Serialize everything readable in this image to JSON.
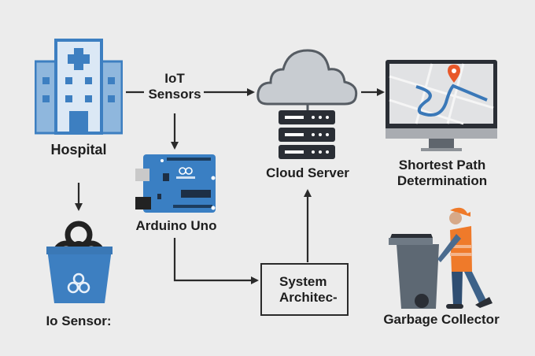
{
  "diagram": {
    "nodes": {
      "hospital": {
        "label": "Hospital"
      },
      "iot_sensors": {
        "line1": "IoT",
        "line2": "Sensors"
      },
      "arduino": {
        "label": "Arduino Uno"
      },
      "bin": {
        "label": "Io Sensor:"
      },
      "cloud": {
        "label": "Cloud Server"
      },
      "system": {
        "line1": "System",
        "line2": "Architec-"
      },
      "monitor": {
        "line1": "Shortest Path",
        "line2": "Determination"
      },
      "collector": {
        "label": "Garbage Collector"
      }
    },
    "edges": [
      {
        "from": "hospital",
        "to": "cloud",
        "via": "iot_sensors"
      },
      {
        "from": "iot_sensors",
        "to": "arduino"
      },
      {
        "from": "hospital",
        "to": "bin"
      },
      {
        "from": "arduino",
        "to": "system"
      },
      {
        "from": "system",
        "to": "cloud"
      },
      {
        "from": "cloud",
        "to": "monitor"
      }
    ],
    "colors": {
      "accent_blue": "#3d7fc1",
      "light_blue": "#d6e6f5",
      "dark": "#2a2e35",
      "orange": "#ef7a2a",
      "background": "#ececec"
    }
  }
}
